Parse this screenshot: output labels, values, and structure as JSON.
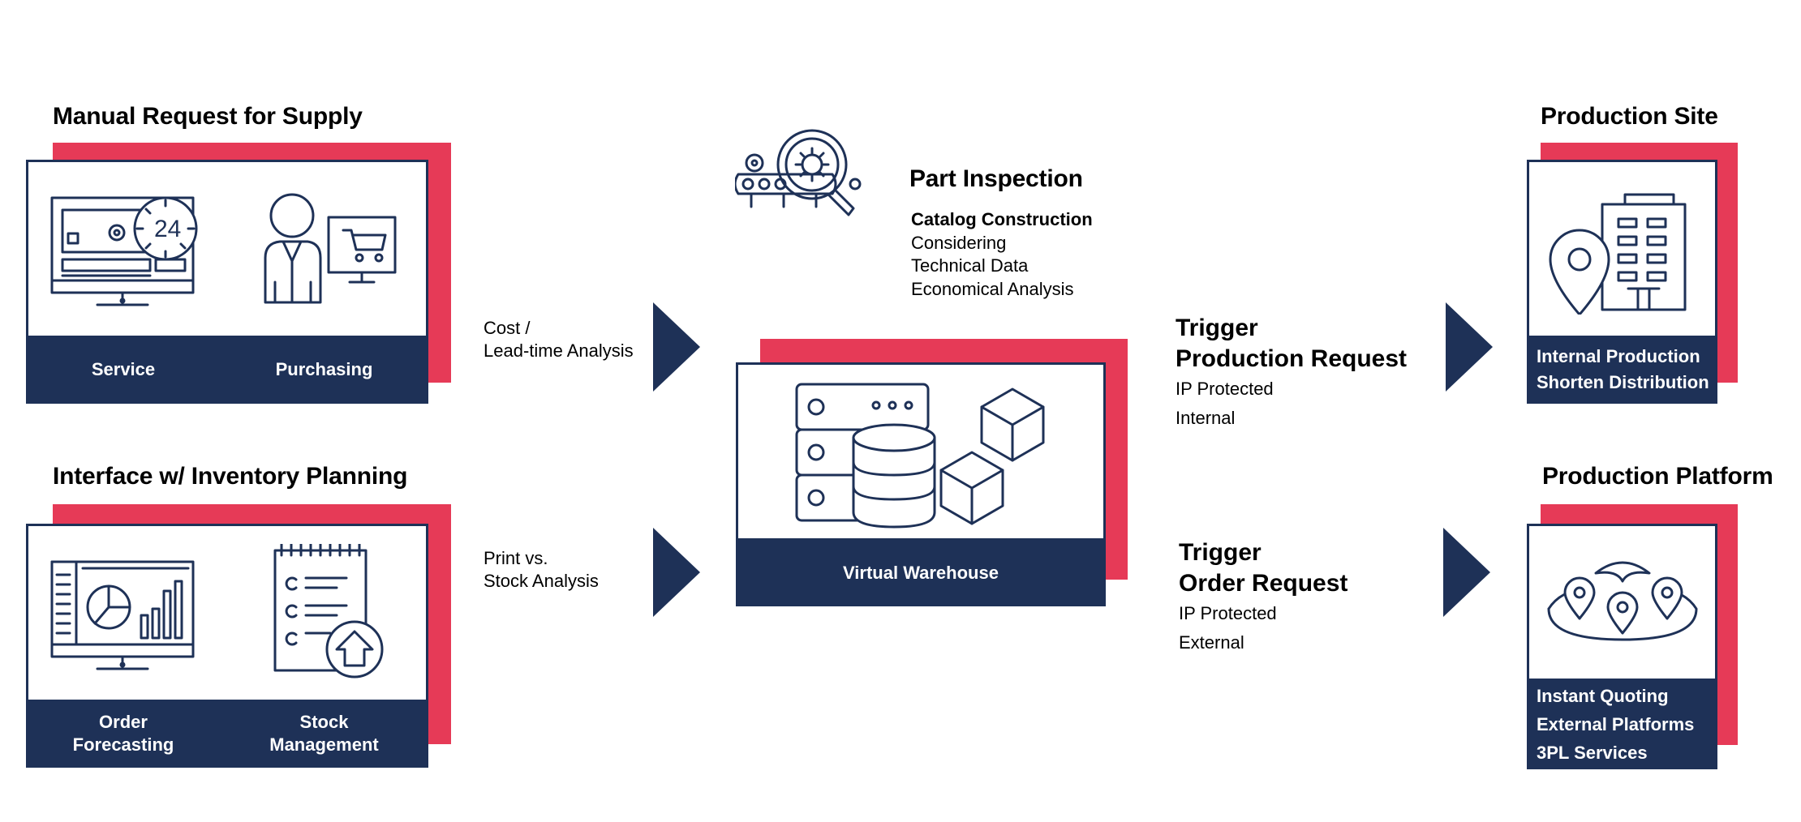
{
  "colors": {
    "navy": "#1e3157",
    "accent_red": "#e63a57"
  },
  "left_top": {
    "title": "Manual Request for Supply",
    "items": [
      {
        "label": "Service",
        "icon": "monitor-24h-clock-icon"
      },
      {
        "label": "Purchasing",
        "icon": "buyer-with-cart-screen-icon"
      }
    ],
    "clock_text": "24"
  },
  "left_bottom": {
    "title": "Interface w/ Inventory Planning",
    "items": [
      {
        "label_line1": "Order",
        "label_line2": "Forecasting",
        "icon": "monitor-dashboard-chart-icon"
      },
      {
        "label_line1": "Stock",
        "label_line2": "Management",
        "icon": "checklist-upload-icon"
      }
    ]
  },
  "arrow_top_label": {
    "line1": "Cost /",
    "line2": "Lead-time Analysis"
  },
  "arrow_bottom_label": {
    "line1": "Print vs.",
    "line2": "Stock Analysis"
  },
  "part_inspection": {
    "title": "Part Inspection",
    "items": [
      "Catalog Construction",
      "Considering",
      "Technical Data",
      "Economical Analysis"
    ],
    "icon": "conveyor-inspection-magnifier-icon"
  },
  "center": {
    "label": "Virtual Warehouse",
    "icon": "database-server-cubes-icon"
  },
  "trigger_production": {
    "title_line1": "Trigger",
    "title_line2": "Production Request",
    "sub": [
      "IP Protected",
      "Internal"
    ]
  },
  "trigger_order": {
    "title_line1": "Trigger",
    "title_line2": "Order Request",
    "sub": [
      "IP Protected",
      "External"
    ]
  },
  "production_site": {
    "title": "Production Site",
    "items": [
      "Internal Production",
      "Shorten Distribution"
    ],
    "icon": "building-location-pin-icon"
  },
  "production_platform": {
    "title": "Production Platform",
    "items": [
      "Instant Quoting",
      "External Platforms",
      "3PL Services"
    ],
    "icon": "map-multiple-pins-icon"
  }
}
